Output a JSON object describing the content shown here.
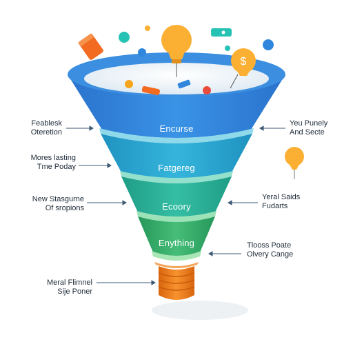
{
  "stages": [
    {
      "label": "Encurse",
      "color": "#2f86dc"
    },
    {
      "label": "Fatgereg",
      "color": "#2fa6cf"
    },
    {
      "label": "Ecoory",
      "color": "#2db39a"
    },
    {
      "label": "Enything",
      "color": "#38b06c"
    }
  ],
  "spout_color": "#f07f1e",
  "callouts_left": [
    {
      "line1": "Feablesk",
      "line2": "Oteretion"
    },
    {
      "line1": "Mores lasting",
      "line2": "Tme Poday"
    },
    {
      "line1": "New Stasgurne",
      "line2": "Of sropions"
    },
    {
      "line1": "Meral Flimnel",
      "line2": "Sije Poner"
    }
  ],
  "callouts_right": [
    {
      "line1": "Yeu Punely",
      "line2": "And Secte"
    },
    {
      "line1": "Yeral Saids",
      "line2": "Fudarts"
    },
    {
      "line1": "Tlooss Poate",
      "line2": "Olvery Cange"
    }
  ],
  "decorations": {
    "dollar_symbol": "$",
    "bulb_color": "#fbb034",
    "accent_colors": [
      "#f26b21",
      "#26c2b4",
      "#2f86dc"
    ]
  }
}
